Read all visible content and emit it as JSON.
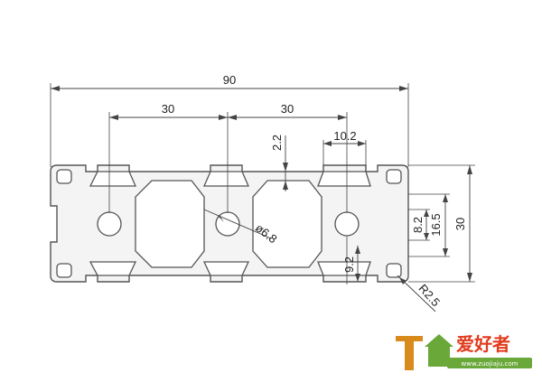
{
  "dimensions": {
    "overall_width": "90",
    "pitch_left": "30",
    "pitch_right": "30",
    "wall": "2.2",
    "slot_width": "10.2",
    "hole_diameter": "ø6.8",
    "height": "30",
    "inner_height": "16.5",
    "slot_opening": "8.2",
    "groove_depth": "9.2",
    "corner_radius": "R2.5"
  },
  "watermark": {
    "brand": "爱好者",
    "url": "www.zuojiaju.com"
  },
  "colors": {
    "line": "#555555",
    "profile_fill": "#f4f4f4",
    "logo_red": "#e13a1c",
    "logo_green": "#6aa83a"
  }
}
